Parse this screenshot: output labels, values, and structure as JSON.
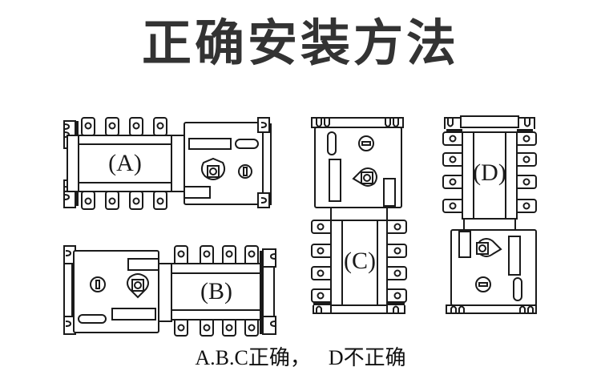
{
  "title": "正确安装方法",
  "diagrams": [
    {
      "id": "A",
      "label": "(A)",
      "correct": true
    },
    {
      "id": "B",
      "label": "(B)",
      "correct": true
    },
    {
      "id": "C",
      "label": "(C)",
      "correct": true
    },
    {
      "id": "D",
      "label": "(D)",
      "correct": false
    }
  ],
  "caption": {
    "correct_part": "A.B.C正确，",
    "incorrect_part": "D不正确"
  },
  "colors": {
    "title": "#333333",
    "line": "#1a1a1a",
    "background": "#ffffff"
  }
}
